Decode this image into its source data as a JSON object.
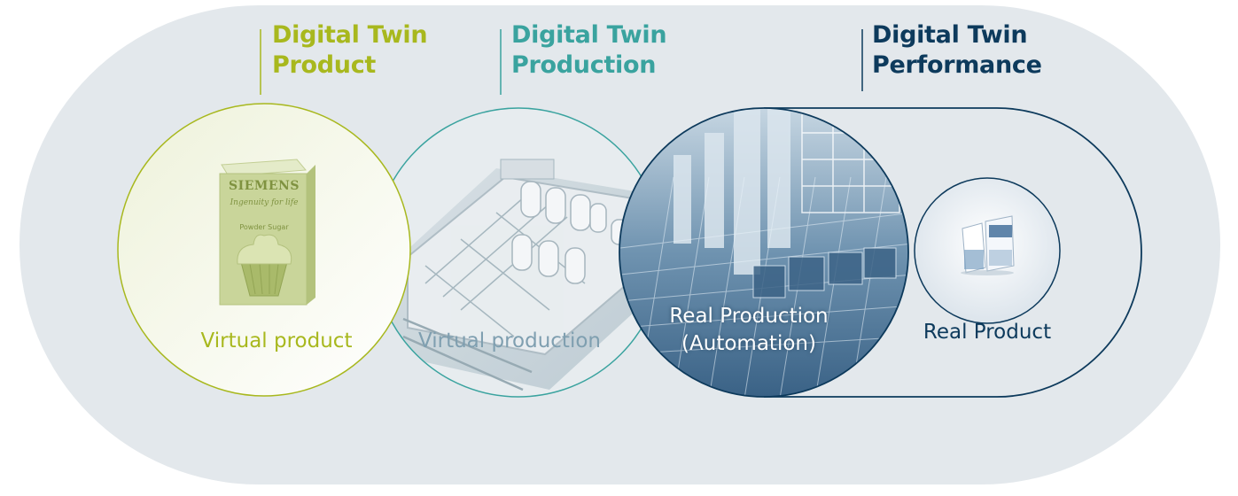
{
  "titles": {
    "product": [
      "Digital Twin",
      "Product"
    ],
    "production": [
      "Digital Twin",
      "Production"
    ],
    "performance": [
      "Digital Twin",
      "Performance"
    ]
  },
  "captions": {
    "virtual_product": "Virtual product",
    "virtual_production": "Virtual production",
    "real_production": [
      "Real Production",
      "(Automation)"
    ],
    "real_product": "Real Product"
  },
  "box_labels": {
    "brand": "SIEMENS",
    "tagline": "Ingenuity for life",
    "product_name": "Powder Sugar"
  },
  "colors": {
    "product": "#a8b81e",
    "production": "#3aa39f",
    "performance": "#0d3a5c",
    "background_band": "#e3e8ec"
  }
}
